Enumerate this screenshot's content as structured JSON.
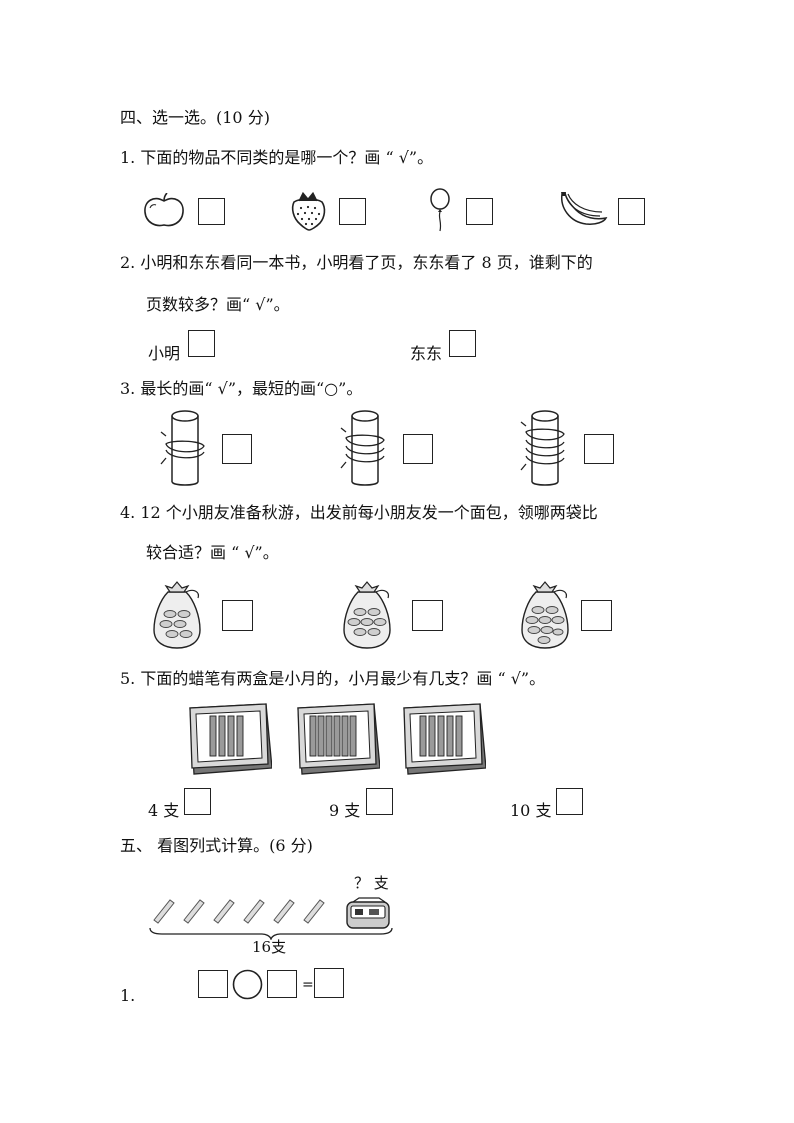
{
  "section4": {
    "title": "四、选一选。(10 分)",
    "q1": {
      "text": "1.  下面的物品不同类的是哪一个？画 “ √”。",
      "items": [
        "apple-icon",
        "strawberry-icon",
        "balloon-icon",
        "banana-icon"
      ]
    },
    "q2": {
      "line1": "2.  小明和东东看同一本书，小明看了页，东东看了 8 页，谁剩下的",
      "line2": "页数较多？画“ √”。",
      "opt1": "小明",
      "opt2": "东东"
    },
    "q3": {
      "text": "3.  最长的画“ √”，最短的画“○”。",
      "items": [
        "rope-post-icon",
        "rope-post-icon",
        "rope-post-icon"
      ]
    },
    "q4": {
      "line1": "4. 12 个小朋友准备秋游，出发前每小朋友发一个面包，领哪两袋比",
      "line2": "较合适？画 “ √”。",
      "items": [
        "bread-bag-icon",
        "bread-bag-icon",
        "bread-bag-icon"
      ]
    },
    "q5": {
      "text": "5.  下面的蜡笔有两盒是小月的，小月最少有几支？画 “ √”。",
      "boxes": [
        4,
        6,
        5
      ],
      "opt1": "4 支",
      "opt2": "9 支",
      "opt3": "10 支"
    }
  },
  "section5": {
    "title": "五、  看图列式计算。(6 分)",
    "question_mark": "？ 支",
    "total": "16支",
    "q1_num": "1.",
    "equals": "="
  }
}
